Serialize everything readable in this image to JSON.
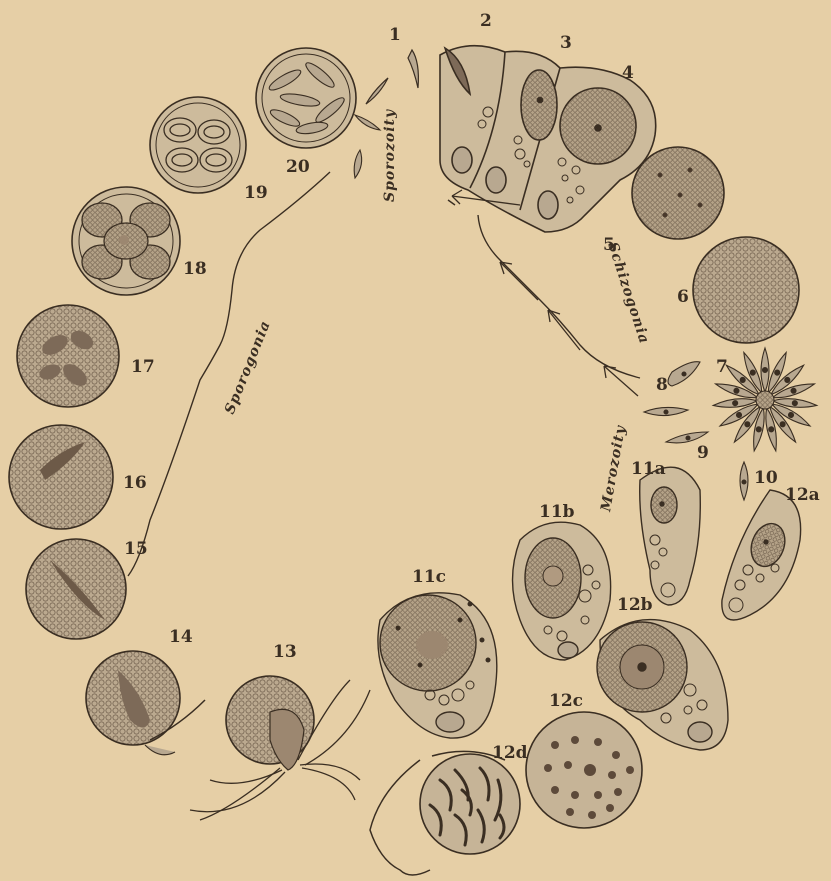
{
  "figure": {
    "colors": {
      "paper": "#e6cfa6",
      "ink": "#3a2e22",
      "cell_fill": "#b8a890",
      "cell_light": "#cdbb9c",
      "nucleus": "#7d6a58",
      "dot": "#4a3a2c"
    },
    "phase_labels": {
      "sporozoity": "Sporozoity",
      "schizogonia": "Schizogonia",
      "merozoity": "Merozoity",
      "sporogonia": "Sporogonia"
    },
    "stages": {
      "s1": "1",
      "s2": "2",
      "s3": "3",
      "s4": "4",
      "s5": "5",
      "s6": "6",
      "s7": "7",
      "s8": "8",
      "s9": "9",
      "s10": "10",
      "s11a": "11a",
      "s11b": "11b",
      "s11c": "11c",
      "s12a": "12a",
      "s12b": "12b",
      "s12c": "12c",
      "s12d": "12d",
      "s13": "13",
      "s14": "14",
      "s15": "15",
      "s16": "16",
      "s17": "17",
      "s18": "18",
      "s19": "19",
      "s20": "20"
    }
  }
}
